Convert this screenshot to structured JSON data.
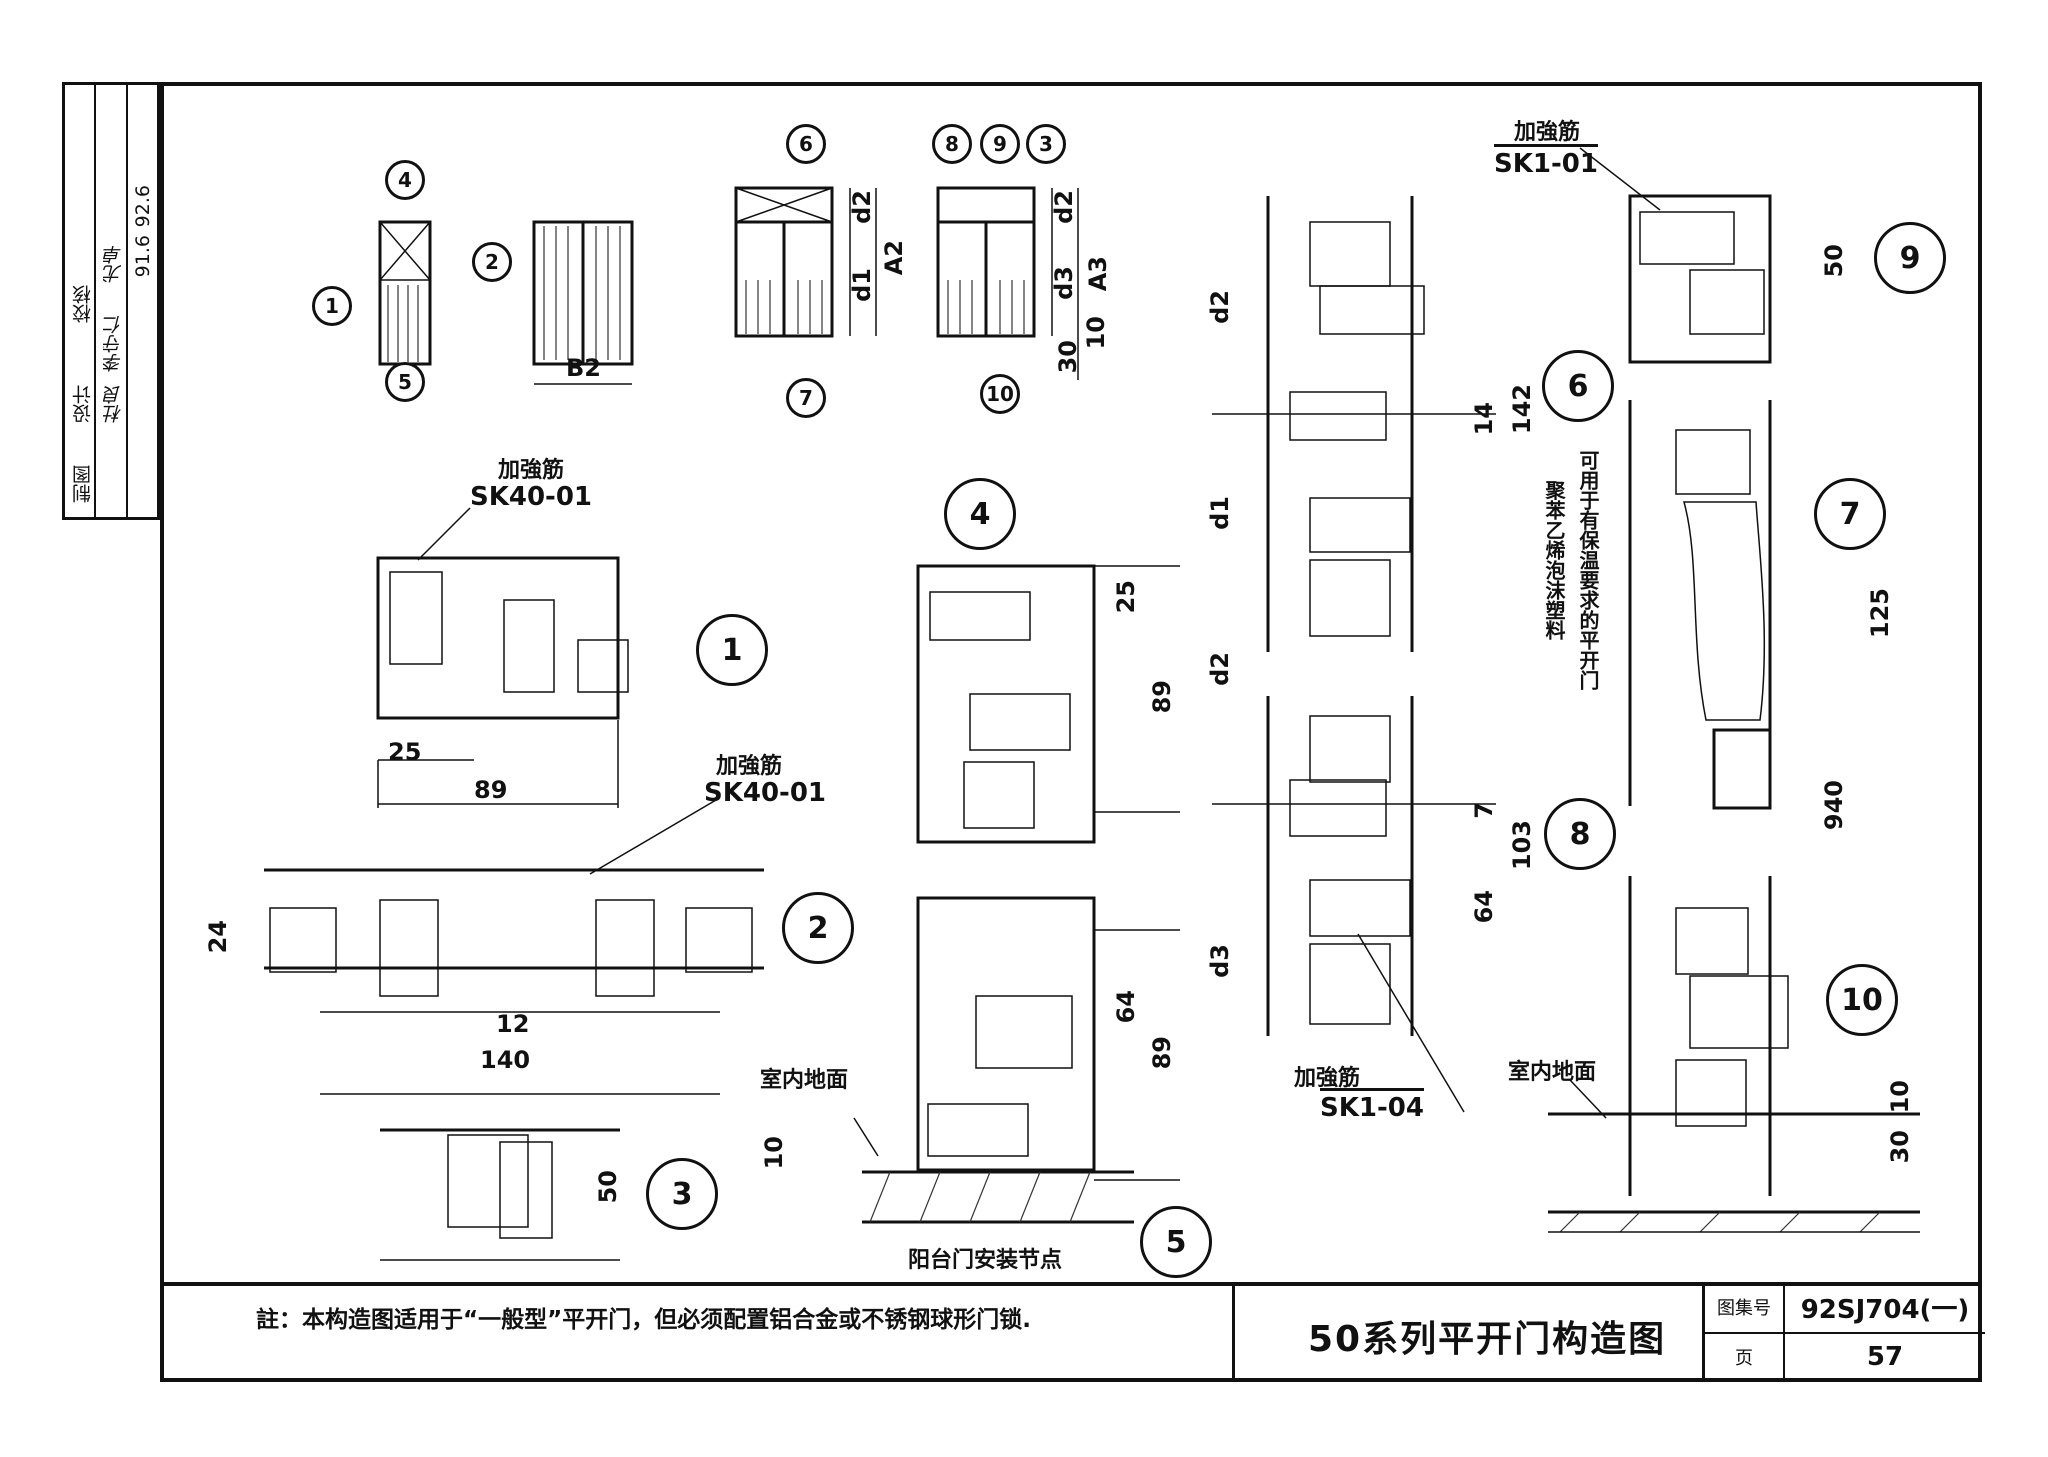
{
  "sidebar": {
    "roles": [
      "校核",
      "设计",
      "制图"
    ],
    "signatures": [
      "尤卓",
      "李守仁",
      "杜良"
    ],
    "dates": [
      "92.6",
      "91.6"
    ]
  },
  "elevations": {
    "a1": {
      "callouts": [
        "4",
        "1",
        "5"
      ]
    },
    "a2": {
      "callouts": [
        "2"
      ],
      "dim": "B2"
    },
    "a3": {
      "callouts": [
        "6",
        "7"
      ],
      "dims": [
        "d2",
        "d1",
        "A2"
      ]
    },
    "a4": {
      "callouts": [
        "8",
        "9",
        "3",
        "10"
      ],
      "dims": [
        "d2",
        "d3",
        "A3",
        "10",
        "30"
      ]
    }
  },
  "details": {
    "d1": {
      "number": "1",
      "reinforce_label": "加強筋",
      "code": "SK40-01",
      "dims": [
        "25",
        "89"
      ]
    },
    "d2": {
      "number": "2",
      "reinforce_label": "加強筋",
      "code": "SK40-01",
      "dims": [
        "24",
        "12",
        "140"
      ]
    },
    "d3": {
      "number": "3",
      "dims": [
        "50"
      ]
    },
    "d4": {
      "number": "4",
      "dims": [
        "25",
        "89"
      ]
    },
    "d5": {
      "number": "5",
      "dims": [
        "64",
        "89",
        "10"
      ],
      "floor_label": "室内地面",
      "caption": "阳台门安装节点"
    },
    "d6": {
      "number": "6",
      "dims": [
        "d2",
        "d1",
        "14",
        "142"
      ]
    },
    "d8": {
      "number": "8",
      "dims": [
        "d2",
        "d3",
        "7",
        "103",
        "64"
      ],
      "reinforce_label": "加強筋",
      "code": "SK1-04"
    },
    "d9": {
      "number": "9",
      "reinforce_label": "加強筋",
      "code": "SK1-01",
      "dims": [
        "50"
      ]
    },
    "d7": {
      "number": "7",
      "dims": [
        "125",
        "940"
      ],
      "note_line1": "聚苯乙烯泡沫塑料",
      "note_line2": "可用于有保温要求的平开门"
    },
    "d10": {
      "number": "10",
      "floor_label": "室内地面",
      "dims": [
        "10",
        "30"
      ]
    }
  },
  "title_block": {
    "note": "註：本构造图适用于“一般型”平开门，但必须配置铝合金或不锈钢球形门锁.",
    "title": "50系列平开门构造图",
    "atlas_label": "图集号",
    "atlas_no": "92SJ704(一)",
    "page_label": "页",
    "page_no": "57"
  }
}
